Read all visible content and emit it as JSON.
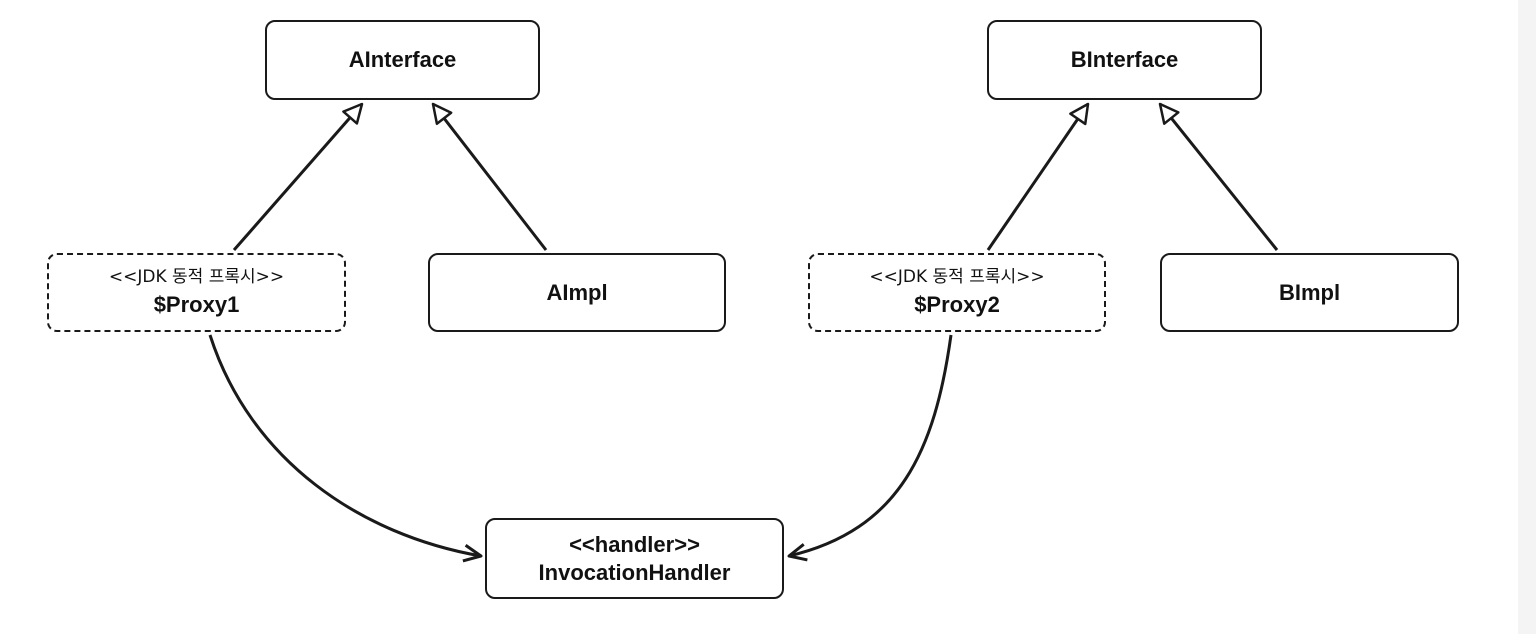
{
  "nodes": {
    "a_interface": {
      "title": "AInterface"
    },
    "b_interface": {
      "title": "BInterface"
    },
    "proxy1": {
      "stereotype": "<<JDK 동적 프록시>>",
      "title": "$Proxy1"
    },
    "a_impl": {
      "title": "AImpl"
    },
    "proxy2": {
      "stereotype": "<<JDK 동적 프록시>>",
      "title": "$Proxy2"
    },
    "b_impl": {
      "title": "BImpl"
    },
    "handler": {
      "stereotype": "<<handler>>",
      "title": "InvocationHandler"
    }
  },
  "edges": [
    {
      "from": "$Proxy1",
      "to": "AInterface",
      "kind": "implements"
    },
    {
      "from": "AImpl",
      "to": "AInterface",
      "kind": "implements"
    },
    {
      "from": "$Proxy2",
      "to": "BInterface",
      "kind": "implements"
    },
    {
      "from": "BImpl",
      "to": "BInterface",
      "kind": "implements"
    },
    {
      "from": "$Proxy1",
      "to": "InvocationHandler",
      "kind": "uses"
    },
    {
      "from": "$Proxy2",
      "to": "InvocationHandler",
      "kind": "uses"
    }
  ],
  "colors": {
    "stroke": "#1a1a1a",
    "background": "#ffffff"
  }
}
